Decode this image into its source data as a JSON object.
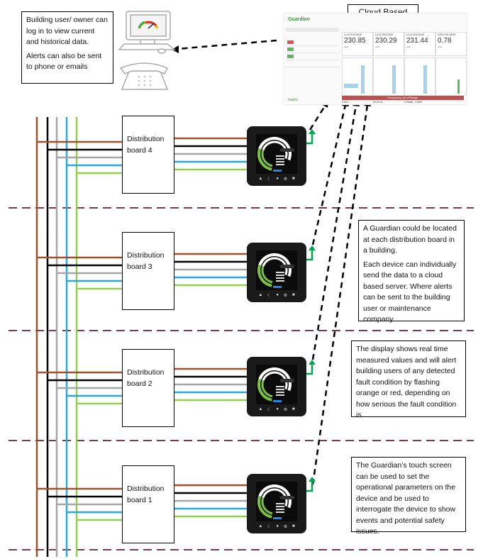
{
  "texts": {
    "login_box": [
      "Building user/ owner can log in to view  current and historical data.",
      "Alerts can also be sent to phone or emails"
    ],
    "portal_title": "Cloud Based Portal",
    "info_box_1": [
      "A Guardian could be located at each distribution board in a building.",
      "Each device can individually send the data to a cloud based server. Where alerts can be sent to the building user or maintenance company."
    ],
    "info_box_2": [
      "The display shows real time measured values and will alert building users of any detected fault condition by flashing orange or red, depending on how serious the fault condition is."
    ],
    "info_box_3": [
      "The Guardian’s touch screen can be used to set the operational parameters on the device and be used to interrogate the device to show events and potential safety issues."
    ]
  },
  "boards": [
    {
      "label": "Distribution board 4"
    },
    {
      "label": "Distribution board 3"
    },
    {
      "label": "Distribution board 2"
    },
    {
      "label": "Distribution board 1"
    }
  ],
  "portal": {
    "brand": "Guardian",
    "cards": [
      {
        "label": "L1-N VOLTAGE",
        "value": "230.85",
        "unit": "volts"
      },
      {
        "label": "L2-N VOLTAGE",
        "value": "230.29",
        "unit": "volts"
      },
      {
        "label": "L3-N VOLTAGE",
        "value": "231.44",
        "unit": "volts"
      },
      {
        "label": "N-E0 VOLTAGE",
        "value": "0.78",
        "unit": "volts"
      }
    ],
    "alert": "Frequency out of Range",
    "footer": [
      "0.04 s",
      "50.01 Hz",
      "3 Phase - 4 Wire"
    ],
    "brand_footer": "matrix"
  },
  "colors": {
    "brown": "#a0522d",
    "black": "#000000",
    "grey": "#a6a6a6",
    "blue": "#2aa7e0",
    "green": "#92d050",
    "separator": "#7a3b52",
    "arrow_green": "#00a651"
  }
}
